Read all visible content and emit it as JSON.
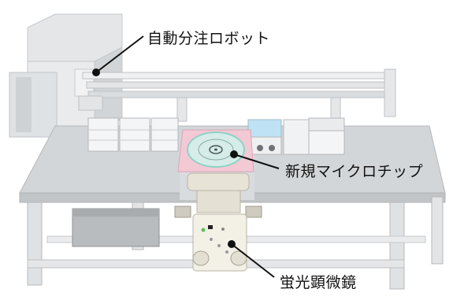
{
  "labels": {
    "robot": "自動分注ロボット",
    "chip": "新規マイクロチップ",
    "microscope": "蛍光顕微鏡"
  },
  "colors": {
    "frame": "#d6d9dc",
    "frame_dark": "#b9bdc1",
    "table_top": "#c9cccf",
    "chip_plate": "#f4c9d6",
    "chip_disc": "#8fd1c6",
    "reservoir_blue": "#bfe3f5",
    "microscope_body": "#f3f0e6",
    "callout_line": "#111111",
    "marker": "#111111"
  }
}
